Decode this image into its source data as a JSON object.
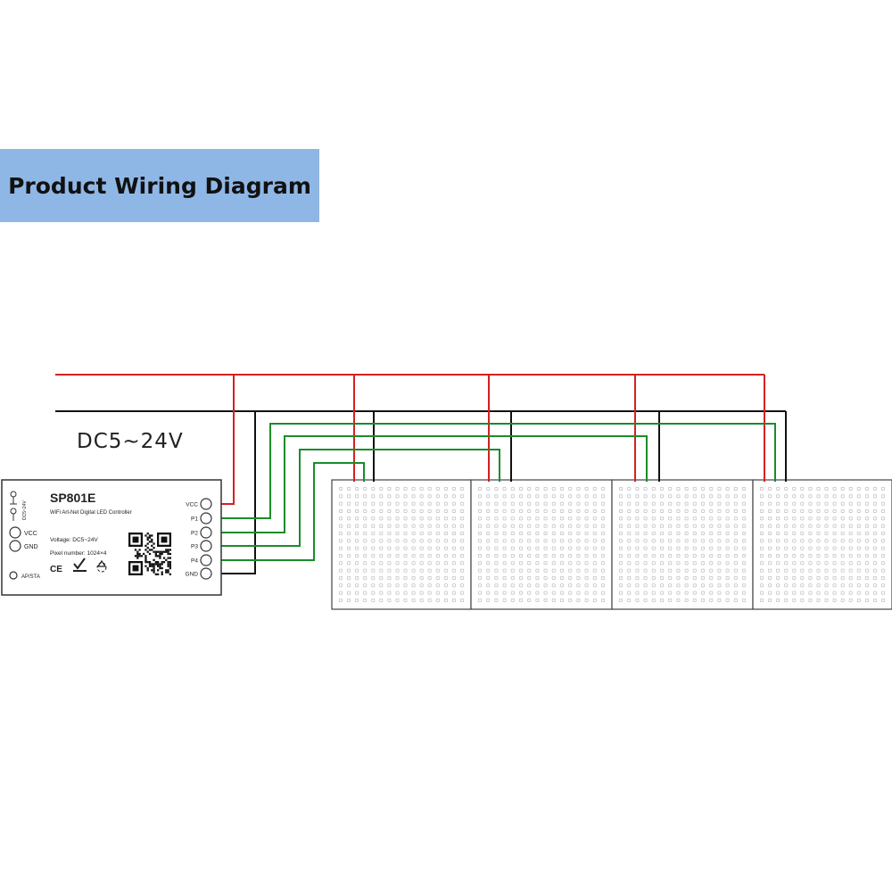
{
  "banner": {
    "title": "Product Wiring Diagram"
  },
  "power": {
    "label": "DC5~24V"
  },
  "controller": {
    "model": "SP801E",
    "subtitle": "WiFi Art-Net Digital LED Controller",
    "voltage": "Voltage: DC5~24V",
    "pixels": "Pixel number: 1024×4",
    "input_jack_label": "DC5~24V",
    "left_terminals": [
      "VCC",
      "GND"
    ],
    "mode_button": "AP/STA",
    "cert_marks": [
      "CE",
      "RoHS",
      "recycle"
    ],
    "right_terminals": [
      "VCC",
      "P1",
      "P2",
      "P3",
      "P4",
      "GND"
    ]
  },
  "panels": {
    "count": 4,
    "grid_cols": 16,
    "grid_rows": 16
  },
  "colors": {
    "vcc_wire": "#d62020",
    "data_wire": "#1a8c2a",
    "gnd_wire": "#111111",
    "panel_dot": "#c9c9c9",
    "banner": "#8fb7e6"
  },
  "icons": [
    "qr-code-icon",
    "ce-mark-icon",
    "rohs-icon",
    "recycle-icon",
    "dc-jack-icon"
  ]
}
